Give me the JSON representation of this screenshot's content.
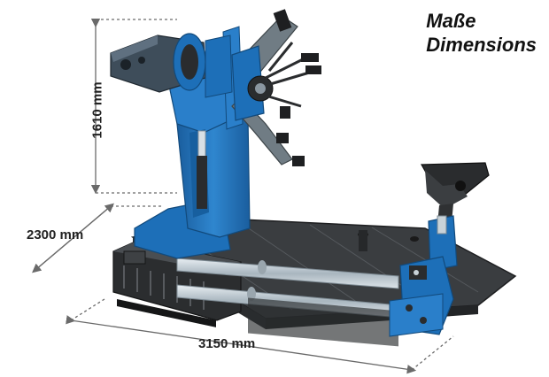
{
  "title": {
    "line1": "Maße",
    "line2": "Dimensions"
  },
  "dimensions": {
    "height": "1610 mm",
    "depth": "2300 mm",
    "width": "3150 mm"
  },
  "colors": {
    "machine_blue": "#1d6fb8",
    "machine_blue_light": "#4a9ad8",
    "base_dark": "#2f3133",
    "chrome": "#b8c4cc",
    "dimension_line": "#6a6a6a"
  }
}
